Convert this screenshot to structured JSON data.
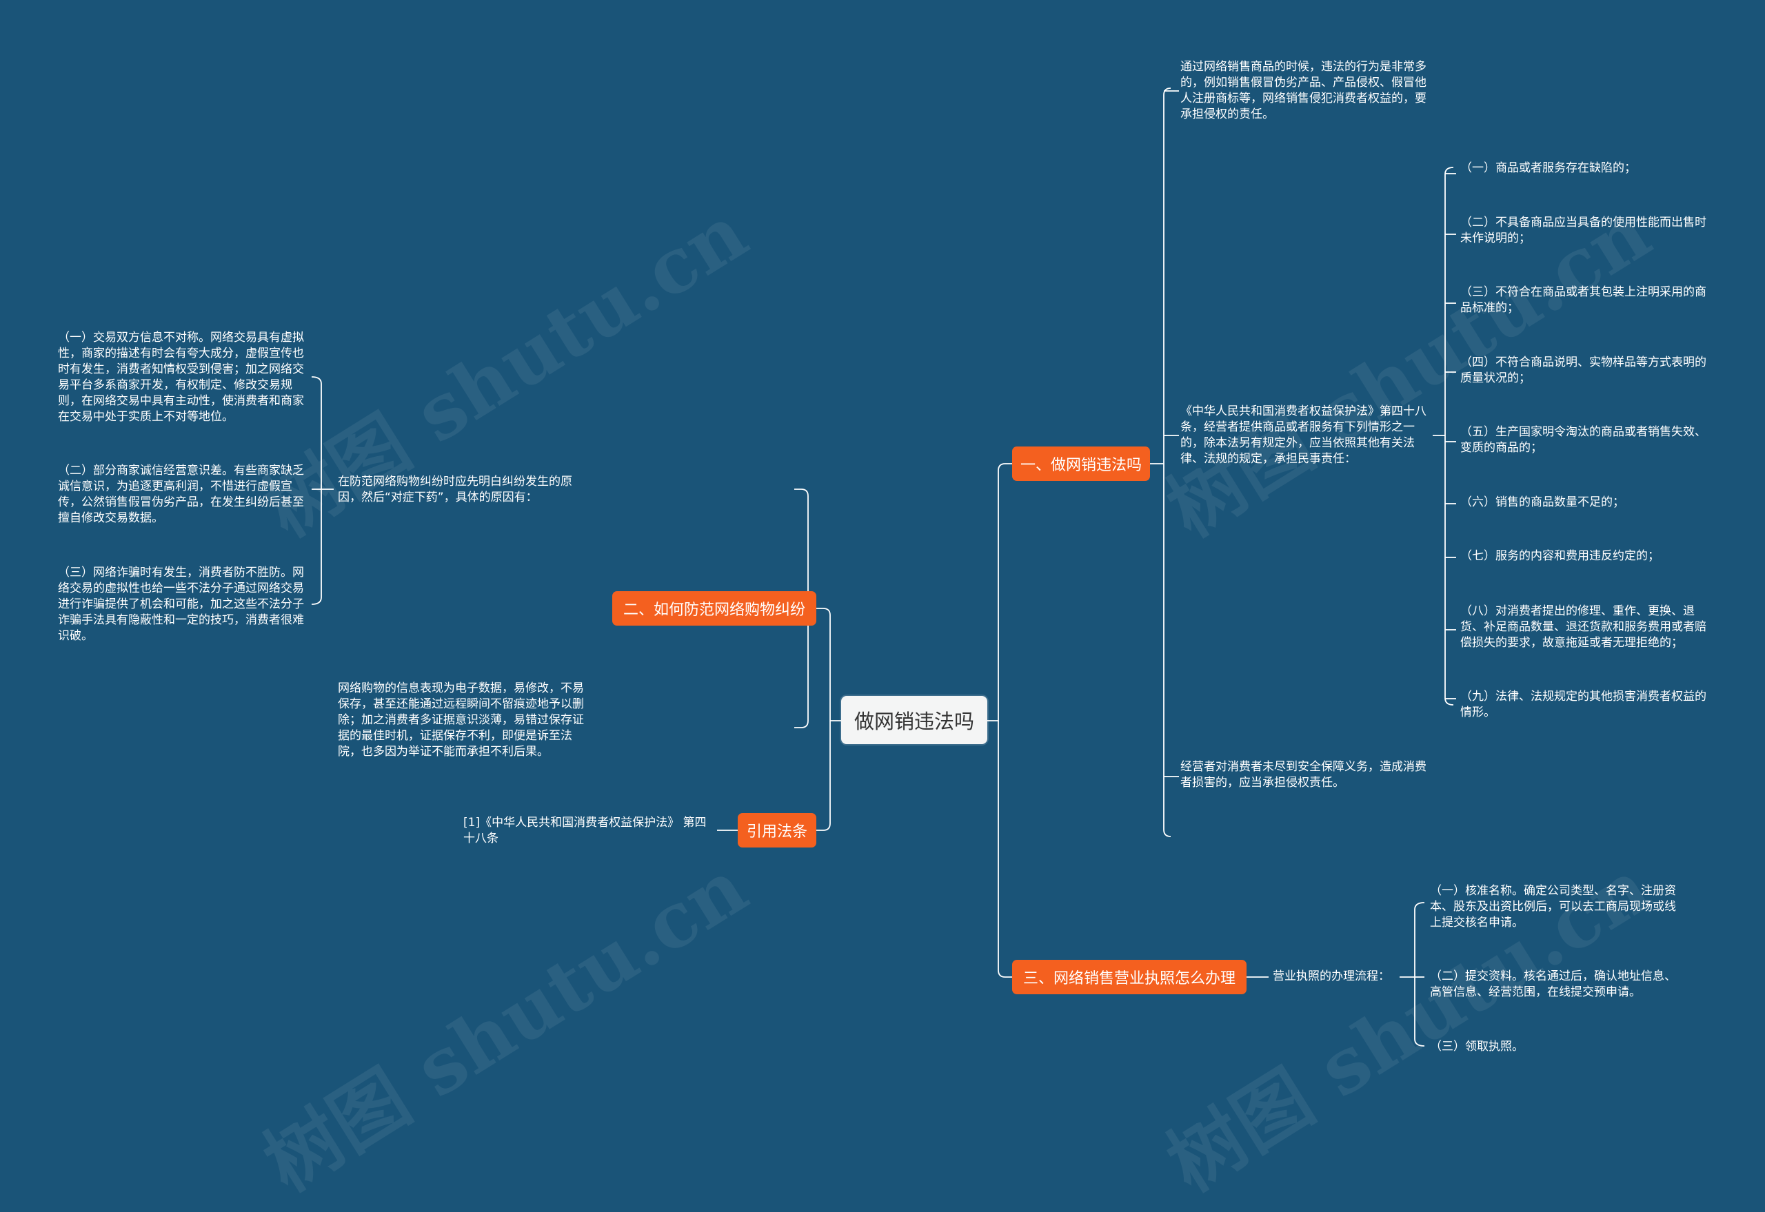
{
  "watermark": "树图 shutu.cn",
  "root": {
    "label": "做网销违法吗"
  },
  "branches": {
    "b1": {
      "label": "一、做网销违法吗"
    },
    "b2": {
      "label": "二、如何防范网络购物纠纷"
    },
    "b3": {
      "label": "三、网络销售营业执照怎么办理"
    },
    "b4": {
      "label": "引用法条"
    }
  },
  "b1": {
    "intro": "通过网络销售商品的时候，违法的行为是非常多的，例如销售假冒伪劣产品、产品侵权、假冒他人注册商标等，网络销售侵犯消费者权益的，要承担侵权的责任。",
    "law": "《中华人民共和国消费者权益保护法》第四十八条，经营者提供商品或者服务有下列情形之一的，除本法另有规定外，应当依照其他有关法律、法规的规定，承担民事责任：",
    "items": [
      "（一）商品或者服务存在缺陷的；",
      "（二）不具备商品应当具备的使用性能而出售时未作说明的；",
      "（三）不符合在商品或者其包装上注明采用的商品标准的；",
      "（四）不符合商品说明、实物样品等方式表明的质量状况的；",
      "（五）生产国家明令淘汰的商品或者销售失效、变质的商品的；",
      "（六）销售的商品数量不足的；",
      "（七）服务的内容和费用违反约定的；",
      "（八）对消费者提出的修理、重作、更换、退货、补足商品数量、退还货款和服务费用或者赔偿损失的要求，故意拖延或者无理拒绝的；",
      "（九）法律、法规规定的其他损害消费者权益的情形。"
    ],
    "safety": "经营者对消费者未尽到安全保障义务，造成消费者损害的，应当承担侵权责任。"
  },
  "b2": {
    "cause": "在防范网络购物纠纷时应先明白纠纷发生的原因，然后“对症下药”，具体的原因有：",
    "causes": [
      "（一）交易双方信息不对称。网络交易具有虚拟性，商家的描述有时会有夸大成分，虚假宣传也时有发生，消费者知情权受到侵害；加之网络交易平台多系商家开发，有权制定、修改交易规则，在网络交易中具有主动性，使消费者和商家在交易中处于实质上不对等地位。",
      "（二）部分商家诚信经营意识差。有些商家缺乏诚信意识，为追逐更高利润，不惜进行虚假宣传，公然销售假冒伪劣产品，在发生纠纷后甚至擅自修改交易数据。",
      "（三）网络诈骗时有发生，消费者防不胜防。网络交易的虚拟性也给一些不法分子通过网络交易进行诈骗提供了机会和可能，加之这些不法分子诈骗手法具有隐蔽性和一定的技巧，消费者很难识破。"
    ],
    "evidence": "网络购物的信息表现为电子数据，易修改，不易保存，甚至还能通过远程瞬间不留痕迹地予以删除；加之消费者多证据意识淡薄，易错过保存证据的最佳时机，证据保存不利，即便是诉至法院，也多因为举证不能而承担不利后果。"
  },
  "b3": {
    "flow": "营业执照的办理流程：",
    "steps": [
      "（一）核准名称。确定公司类型、名字、注册资本、股东及出资比例后，可以去工商局现场或线上提交核名申请。",
      "（二）提交资料。核名通过后，确认地址信息、高管信息、经营范围，在线提交预申请。",
      "（三）领取执照。"
    ]
  },
  "b4": {
    "ref": "[1]《中华人民共和国消费者权益保护法》 第四十八条"
  },
  "colors": {
    "background": "#1a5478",
    "branch": "#f4601f",
    "root_bg": "#f4f5f5",
    "line": "#ffffff"
  }
}
